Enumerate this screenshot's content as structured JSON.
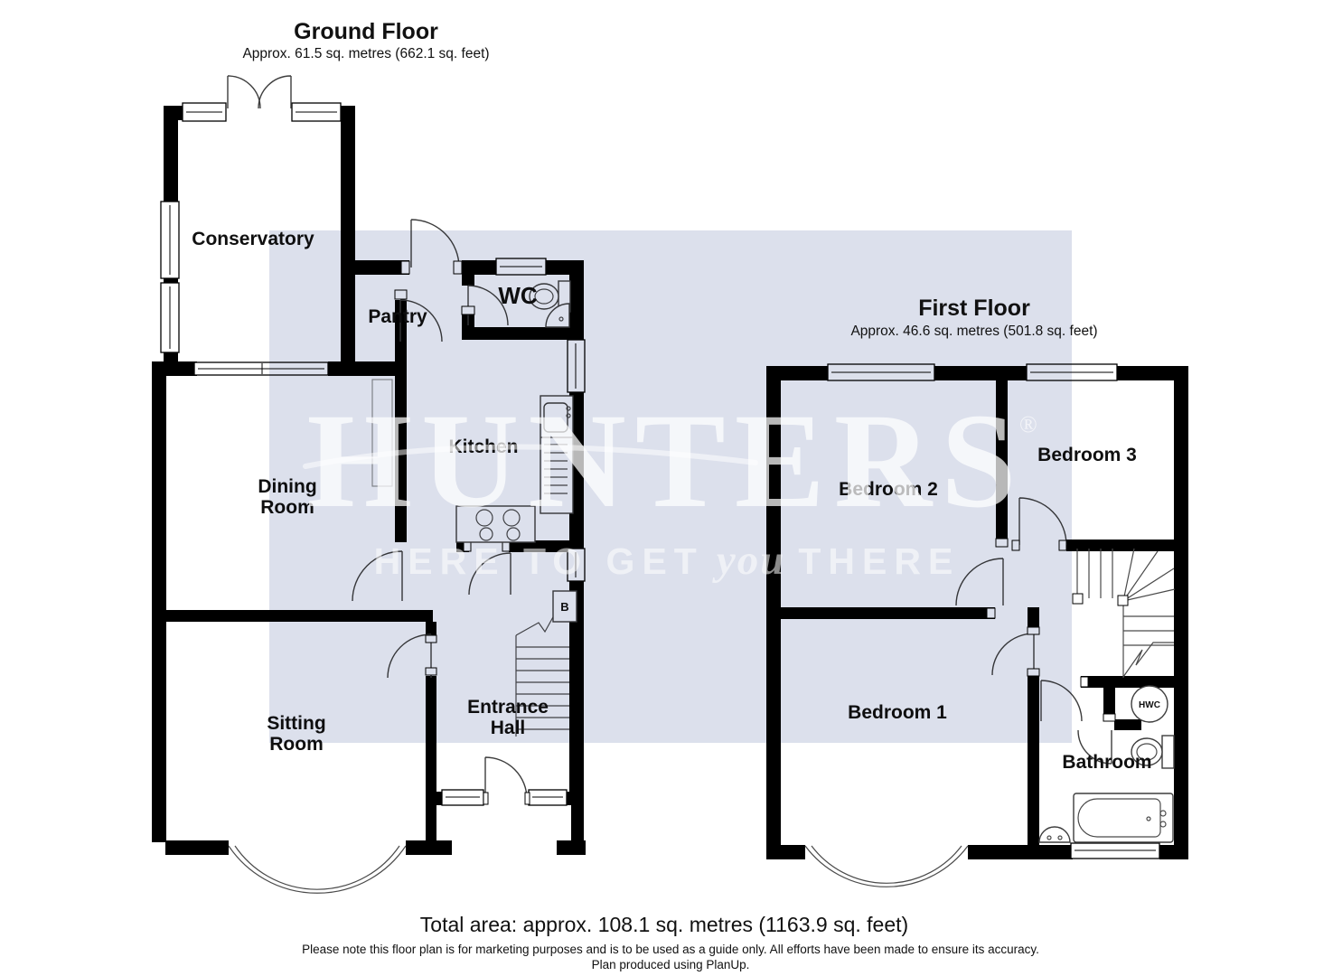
{
  "ground_floor": {
    "title": "Ground Floor",
    "area": "Approx. 61.5 sq. metres (662.1 sq. feet)",
    "rooms": {
      "conservatory": "Conservatory",
      "pantry": "Pantry",
      "wc": "WC",
      "kitchen": "Kitchen",
      "dining_room": [
        "Dining",
        "Room"
      ],
      "sitting_room": [
        "Sitting",
        "Room"
      ],
      "entrance_hall": [
        "Entrance",
        "Hall"
      ],
      "boiler": "B"
    }
  },
  "first_floor": {
    "title": "First Floor",
    "area": "Approx. 46.6 sq. metres (501.8 sq. feet)",
    "rooms": {
      "bedroom_1": "Bedroom 1",
      "bedroom_2": "Bedroom 2",
      "bedroom_3": "Bedroom 3",
      "bathroom": "Bathroom",
      "hwc": "HWC"
    }
  },
  "watermark": {
    "brand": "HUNTERS",
    "registered_mark": "®",
    "tagline": {
      "pre": "HERE TO GET",
      "emphasis": "you",
      "post": "THERE"
    },
    "overlay_color": "#dce0ec"
  },
  "footer": {
    "total_area": "Total area: approx. 108.1 sq. metres (1163.9 sq. feet)",
    "disclaimer": "Please note this floor plan is for marketing purposes and is to be used as a guide only. All efforts have been made to ensure its accuracy.",
    "produced_by": "Plan produced using PlanUp."
  }
}
